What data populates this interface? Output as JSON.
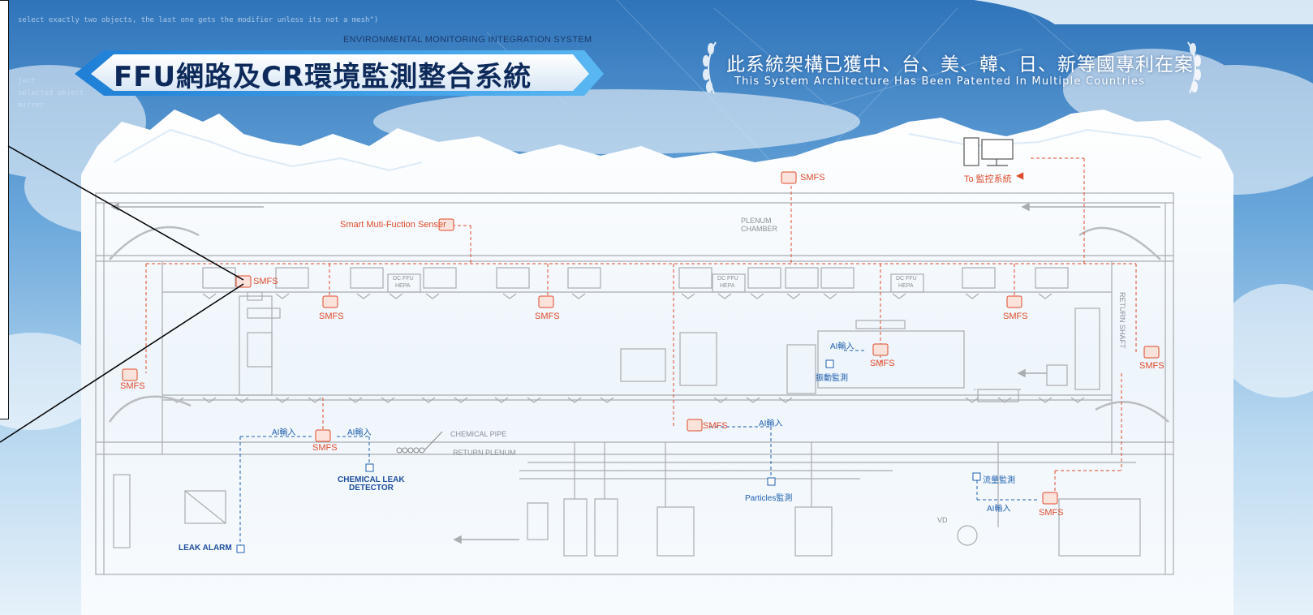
{
  "header": {
    "subtitle": "ENVIRONMENTAL MONITORING INTEGRATION SYSTEM",
    "title": "FFU網路及CR環境監測整合系統",
    "patent_zh": "此系統架構已獲中、台、美、韓、日、新等國專利在案",
    "patent_en": "This System Architecture Has Been Patented In Multiple Countries"
  },
  "code_snippet": "select exactly two objects, the last one gets the modifier unless its not a mesh\")",
  "code_lines": [
    "ject",
    "selected object",
    "mirror"
  ],
  "labels": {
    "smfs": "SMFS",
    "to_monitor": "To 監控系統",
    "smart_sensor": "Smart Muti-Fuction Senser",
    "plenum1": "PLENUM",
    "plenum2": "CHAMBER",
    "dc_ffu": "DC FFU",
    "hepa": "HEPA",
    "return_shaft": "RETURN SHAFT",
    "ai_input": "AI輸入",
    "vibration": "振動監測",
    "chemical_pipe": "CHEMICAL PIPE",
    "return_plenum": "RETURN PLENUM",
    "chem_leak1": "CHEMICAL LEAK",
    "chem_leak2": "DETECTOR",
    "particles": "Particles監測",
    "flow": "流量監測",
    "leak_alarm": "LEAK ALARM",
    "vd": "VD"
  },
  "colors": {
    "accent_red": "#e04a2a",
    "accent_blue": "#1f5fae",
    "title_navy": "#0d2a5a",
    "sky_top": "#3a7fc4",
    "sky_bottom": "#a8d0ef"
  }
}
